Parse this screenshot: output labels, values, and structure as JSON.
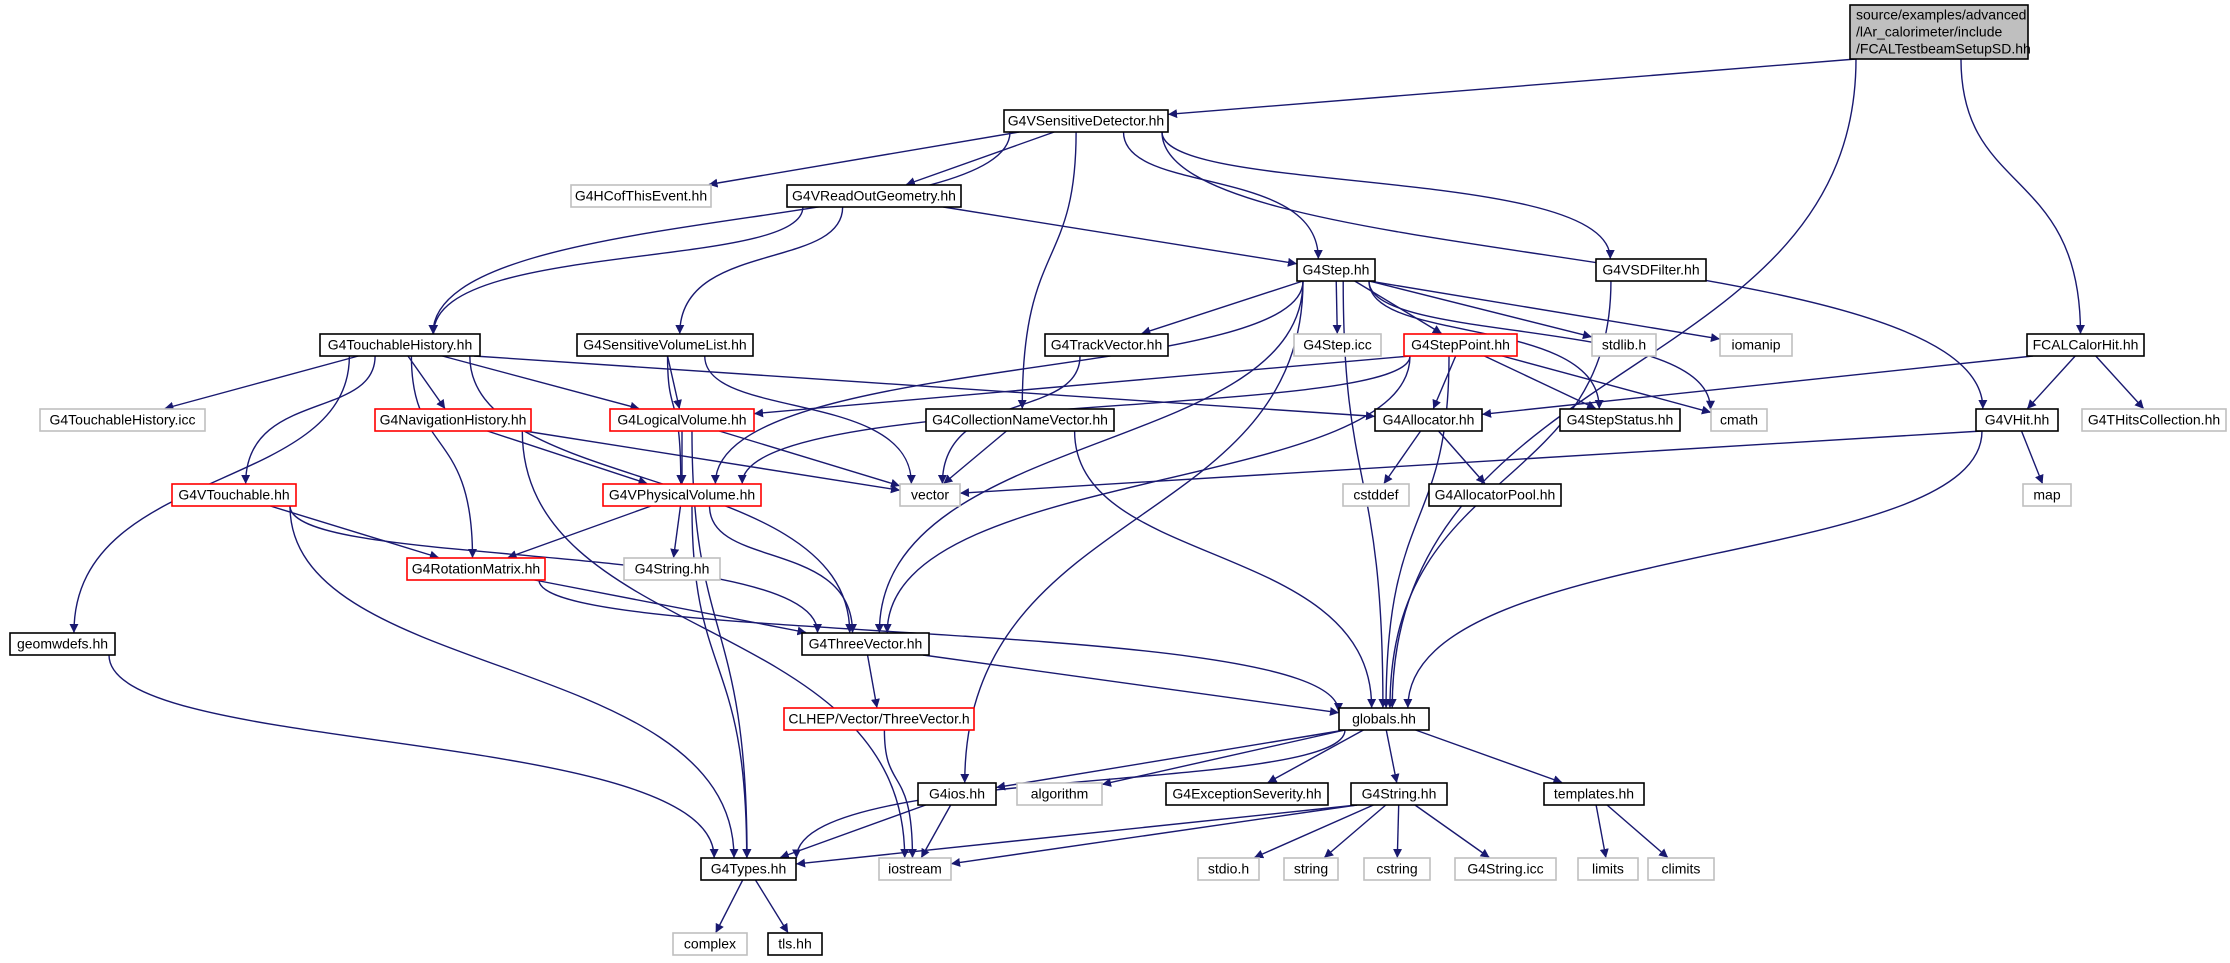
{
  "colors": {
    "edge": "#191970",
    "node_border_default": "#000000",
    "node_border_incomplete": "#ff0000",
    "node_border_system": "#bfbfbf",
    "root_fill": "#bfbfbf"
  },
  "nodes": [
    {
      "id": "root",
      "lines": [
        "source/examples/advanced",
        "/lAr_calorimeter/include",
        "/FCALTestbeamSetupSD.hh"
      ],
      "style": "root"
    },
    {
      "id": "g4vsd",
      "lines": [
        "G4VSensitiveDetector.hh"
      ],
      "style": "default"
    },
    {
      "id": "g4hcofthisevent",
      "lines": [
        "G4HCofThisEvent.hh"
      ],
      "style": "system"
    },
    {
      "id": "g4vreadoutgeometry",
      "lines": [
        "G4VReadOutGeometry.hh"
      ],
      "style": "default"
    },
    {
      "id": "g4step",
      "lines": [
        "G4Step.hh"
      ],
      "style": "default"
    },
    {
      "id": "g4vsdfilter",
      "lines": [
        "G4VSDFilter.hh"
      ],
      "style": "default"
    },
    {
      "id": "g4touchablehistory",
      "lines": [
        "G4TouchableHistory.hh"
      ],
      "style": "default"
    },
    {
      "id": "g4sensitivevolumelist",
      "lines": [
        "G4SensitiveVolumeList.hh"
      ],
      "style": "default"
    },
    {
      "id": "g4trackvector",
      "lines": [
        "G4TrackVector.hh"
      ],
      "style": "default"
    },
    {
      "id": "g4stepicc",
      "lines": [
        "G4Step.icc"
      ],
      "style": "system"
    },
    {
      "id": "g4steppoint",
      "lines": [
        "G4StepPoint.hh"
      ],
      "style": "incomplete"
    },
    {
      "id": "stdlib",
      "lines": [
        "stdlib.h"
      ],
      "style": "system"
    },
    {
      "id": "iomanip",
      "lines": [
        "iomanip"
      ],
      "style": "system"
    },
    {
      "id": "fcalcalorhit",
      "lines": [
        "FCALCalorHit.hh"
      ],
      "style": "default"
    },
    {
      "id": "g4touchablehistoryicc",
      "lines": [
        "G4TouchableHistory.icc"
      ],
      "style": "system"
    },
    {
      "id": "g4navigationhistory",
      "lines": [
        "G4NavigationHistory.hh"
      ],
      "style": "incomplete"
    },
    {
      "id": "g4logicalvolume",
      "lines": [
        "G4LogicalVolume.hh"
      ],
      "style": "incomplete"
    },
    {
      "id": "g4collectionnamevector",
      "lines": [
        "G4CollectionNameVector.hh"
      ],
      "style": "default"
    },
    {
      "id": "g4allocator",
      "lines": [
        "G4Allocator.hh"
      ],
      "style": "default"
    },
    {
      "id": "g4stepstatus",
      "lines": [
        "G4StepStatus.hh"
      ],
      "style": "default"
    },
    {
      "id": "cmath",
      "lines": [
        "cmath"
      ],
      "style": "system"
    },
    {
      "id": "g4vhit",
      "lines": [
        "G4VHit.hh"
      ],
      "style": "default"
    },
    {
      "id": "g4thitscollection",
      "lines": [
        "G4THitsCollection.hh"
      ],
      "style": "system"
    },
    {
      "id": "g4vtouchable",
      "lines": [
        "G4VTouchable.hh"
      ],
      "style": "incomplete"
    },
    {
      "id": "g4vphysicalvolume",
      "lines": [
        "G4VPhysicalVolume.hh"
      ],
      "style": "incomplete"
    },
    {
      "id": "vector",
      "lines": [
        "vector"
      ],
      "style": "system"
    },
    {
      "id": "cstddef",
      "lines": [
        "cstddef"
      ],
      "style": "system"
    },
    {
      "id": "g4allocatorpool",
      "lines": [
        "G4AllocatorPool.hh"
      ],
      "style": "default"
    },
    {
      "id": "map",
      "lines": [
        "map"
      ],
      "style": "system"
    },
    {
      "id": "g4rotationmatrix",
      "lines": [
        "G4RotationMatrix.hh"
      ],
      "style": "incomplete"
    },
    {
      "id": "g4stringsys",
      "lines": [
        "G4String.hh"
      ],
      "style": "system"
    },
    {
      "id": "geomwdefs",
      "lines": [
        "geomwdefs.hh"
      ],
      "style": "default"
    },
    {
      "id": "g4threevector",
      "lines": [
        "G4ThreeVector.hh"
      ],
      "style": "default"
    },
    {
      "id": "clhepthreevector",
      "lines": [
        "CLHEP/Vector/ThreeVector.h"
      ],
      "style": "incomplete"
    },
    {
      "id": "globals",
      "lines": [
        "globals.hh"
      ],
      "style": "default"
    },
    {
      "id": "g4ios",
      "lines": [
        "G4ios.hh"
      ],
      "style": "default"
    },
    {
      "id": "algorithm",
      "lines": [
        "algorithm"
      ],
      "style": "system"
    },
    {
      "id": "g4exceptionseverity",
      "lines": [
        "G4ExceptionSeverity.hh"
      ],
      "style": "default"
    },
    {
      "id": "g4string",
      "lines": [
        "G4String.hh"
      ],
      "style": "default"
    },
    {
      "id": "templates",
      "lines": [
        "templates.hh"
      ],
      "style": "default"
    },
    {
      "id": "g4types",
      "lines": [
        "G4Types.hh"
      ],
      "style": "default"
    },
    {
      "id": "iostream",
      "lines": [
        "iostream"
      ],
      "style": "system"
    },
    {
      "id": "stdio",
      "lines": [
        "stdio.h"
      ],
      "style": "system"
    },
    {
      "id": "string",
      "lines": [
        "string"
      ],
      "style": "system"
    },
    {
      "id": "cstring",
      "lines": [
        "cstring"
      ],
      "style": "system"
    },
    {
      "id": "g4stringicc",
      "lines": [
        "G4String.icc"
      ],
      "style": "system"
    },
    {
      "id": "limits",
      "lines": [
        "limits"
      ],
      "style": "system"
    },
    {
      "id": "climits",
      "lines": [
        "climits"
      ],
      "style": "system"
    },
    {
      "id": "complex",
      "lines": [
        "complex"
      ],
      "style": "system"
    },
    {
      "id": "tls",
      "lines": [
        "tls.hh"
      ],
      "style": "default"
    }
  ],
  "edges": [
    [
      "root",
      "g4vsd"
    ],
    [
      "root",
      "globals"
    ],
    [
      "root",
      "fcalcalorhit"
    ],
    [
      "g4vsd",
      "g4hcofthisevent"
    ],
    [
      "g4vsd",
      "g4vreadoutgeometry"
    ],
    [
      "g4vsd",
      "g4touchablehistory"
    ],
    [
      "g4vsd",
      "g4step"
    ],
    [
      "g4vsd",
      "g4collectionnamevector"
    ],
    [
      "g4vsd",
      "g4vsdfilter"
    ],
    [
      "g4vsd",
      "g4vhit"
    ],
    [
      "g4vreadoutgeometry",
      "g4touchablehistory"
    ],
    [
      "g4vreadoutgeometry",
      "g4sensitivevolumelist"
    ],
    [
      "g4vreadoutgeometry",
      "g4step"
    ],
    [
      "g4step",
      "g4trackvector"
    ],
    [
      "g4step",
      "g4stepicc"
    ],
    [
      "g4step",
      "g4steppoint"
    ],
    [
      "g4step",
      "stdlib"
    ],
    [
      "g4step",
      "iomanip"
    ],
    [
      "g4step",
      "cmath"
    ],
    [
      "g4step",
      "g4stepstatus"
    ],
    [
      "g4step",
      "g4vphysicalvolume"
    ],
    [
      "g4step",
      "g4threevector"
    ],
    [
      "g4step",
      "globals"
    ],
    [
      "g4step",
      "g4ios"
    ],
    [
      "g4vsdfilter",
      "globals"
    ],
    [
      "g4touchablehistory",
      "g4touchablehistoryicc"
    ],
    [
      "g4touchablehistory",
      "g4navigationhistory"
    ],
    [
      "g4touchablehistory",
      "g4logicalvolume"
    ],
    [
      "g4touchablehistory",
      "g4allocator"
    ],
    [
      "g4touchablehistory",
      "g4vtouchable"
    ],
    [
      "g4touchablehistory",
      "g4rotationmatrix"
    ],
    [
      "g4touchablehistory",
      "g4threevector"
    ],
    [
      "g4touchablehistory",
      "geomwdefs"
    ],
    [
      "g4sensitivevolumelist",
      "g4logicalvolume"
    ],
    [
      "g4sensitivevolumelist",
      "g4vphysicalvolume"
    ],
    [
      "g4sensitivevolumelist",
      "vector"
    ],
    [
      "g4trackvector",
      "vector"
    ],
    [
      "g4steppoint",
      "g4allocator"
    ],
    [
      "g4steppoint",
      "g4stepstatus"
    ],
    [
      "g4steppoint",
      "cmath"
    ],
    [
      "g4steppoint",
      "g4logicalvolume"
    ],
    [
      "g4steppoint",
      "g4vphysicalvolume"
    ],
    [
      "g4steppoint",
      "g4threevector"
    ],
    [
      "g4steppoint",
      "globals"
    ],
    [
      "fcalcalorhit",
      "g4allocator"
    ],
    [
      "fcalcalorhit",
      "g4vhit"
    ],
    [
      "fcalcalorhit",
      "g4thitscollection"
    ],
    [
      "g4navigationhistory",
      "g4vphysicalvolume"
    ],
    [
      "g4navigationhistory",
      "vector"
    ],
    [
      "g4navigationhistory",
      "iostream"
    ],
    [
      "g4logicalvolume",
      "g4vphysicalvolume"
    ],
    [
      "g4logicalvolume",
      "vector"
    ],
    [
      "g4logicalvolume",
      "g4types"
    ],
    [
      "g4collectionnamevector",
      "vector"
    ],
    [
      "g4collectionnamevector",
      "globals"
    ],
    [
      "g4allocator",
      "cstddef"
    ],
    [
      "g4allocator",
      "g4allocatorpool"
    ],
    [
      "g4vhit",
      "vector"
    ],
    [
      "g4vhit",
      "map"
    ],
    [
      "g4vhit",
      "globals"
    ],
    [
      "g4vtouchable",
      "g4rotationmatrix"
    ],
    [
      "g4vtouchable",
      "g4threevector"
    ],
    [
      "g4vtouchable",
      "g4types"
    ],
    [
      "g4vphysicalvolume",
      "g4rotationmatrix"
    ],
    [
      "g4vphysicalvolume",
      "g4stringsys"
    ],
    [
      "g4vphysicalvolume",
      "g4threevector"
    ],
    [
      "g4vphysicalvolume",
      "g4types"
    ],
    [
      "g4rotationmatrix",
      "g4threevector"
    ],
    [
      "g4rotationmatrix",
      "globals"
    ],
    [
      "geomwdefs",
      "g4types"
    ],
    [
      "g4threevector",
      "clhepthreevector"
    ],
    [
      "g4threevector",
      "globals"
    ],
    [
      "clhepthreevector",
      "iostream"
    ],
    [
      "globals",
      "g4ios"
    ],
    [
      "globals",
      "algorithm"
    ],
    [
      "globals",
      "g4exceptionseverity"
    ],
    [
      "globals",
      "g4string"
    ],
    [
      "globals",
      "templates"
    ],
    [
      "globals",
      "g4types"
    ],
    [
      "g4ios",
      "g4types"
    ],
    [
      "g4ios",
      "iostream"
    ],
    [
      "g4string",
      "stdio"
    ],
    [
      "g4string",
      "string"
    ],
    [
      "g4string",
      "cstring"
    ],
    [
      "g4string",
      "g4stringicc"
    ],
    [
      "g4string",
      "g4types"
    ],
    [
      "g4string",
      "iostream"
    ],
    [
      "templates",
      "limits"
    ],
    [
      "templates",
      "climits"
    ],
    [
      "g4types",
      "complex"
    ],
    [
      "g4types",
      "tls"
    ]
  ]
}
